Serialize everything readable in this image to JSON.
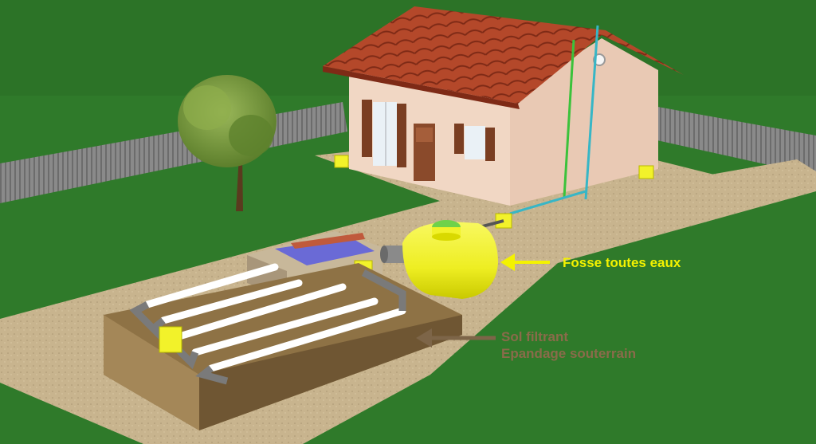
{
  "labels": {
    "fosse": "Fosse toutes eaux",
    "sol_line1": "Sol filtrant",
    "sol_line2": "Epandage souterrain"
  },
  "colors": {
    "grass": "#2f7a2a",
    "fosse_label": "#f4f200",
    "sol_label": "#8a6b4a",
    "tank": "#f2f22a",
    "roof": "#b4482a",
    "wall": "#f1d7c4",
    "gravel": "#c8b48e",
    "soil": "#8e7245"
  },
  "icons": {
    "fosse_arrow": "arrow-left-icon",
    "sol_arrow": "arrow-left-icon"
  }
}
